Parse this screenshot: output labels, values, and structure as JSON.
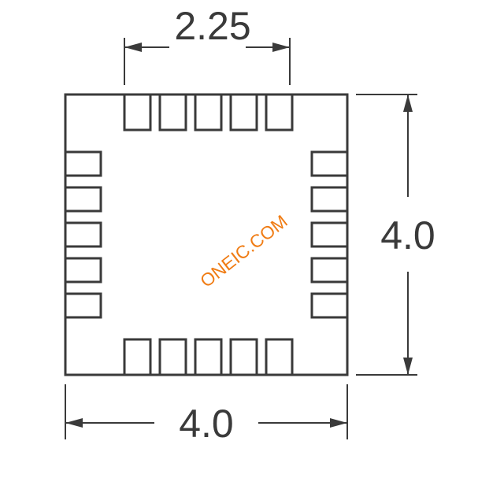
{
  "diagram": {
    "type": "ic-package-footprint",
    "pins_per_side": 5,
    "sides": [
      "top",
      "bottom",
      "left",
      "right"
    ],
    "colors": {
      "line": "#3a3a3a",
      "background": "#ffffff",
      "watermark": "#f07c14"
    }
  },
  "dimensions": {
    "pin_span": "2.25",
    "height": "4.0",
    "width": "4.0"
  },
  "watermark": {
    "text": "ONEIC.COM"
  }
}
